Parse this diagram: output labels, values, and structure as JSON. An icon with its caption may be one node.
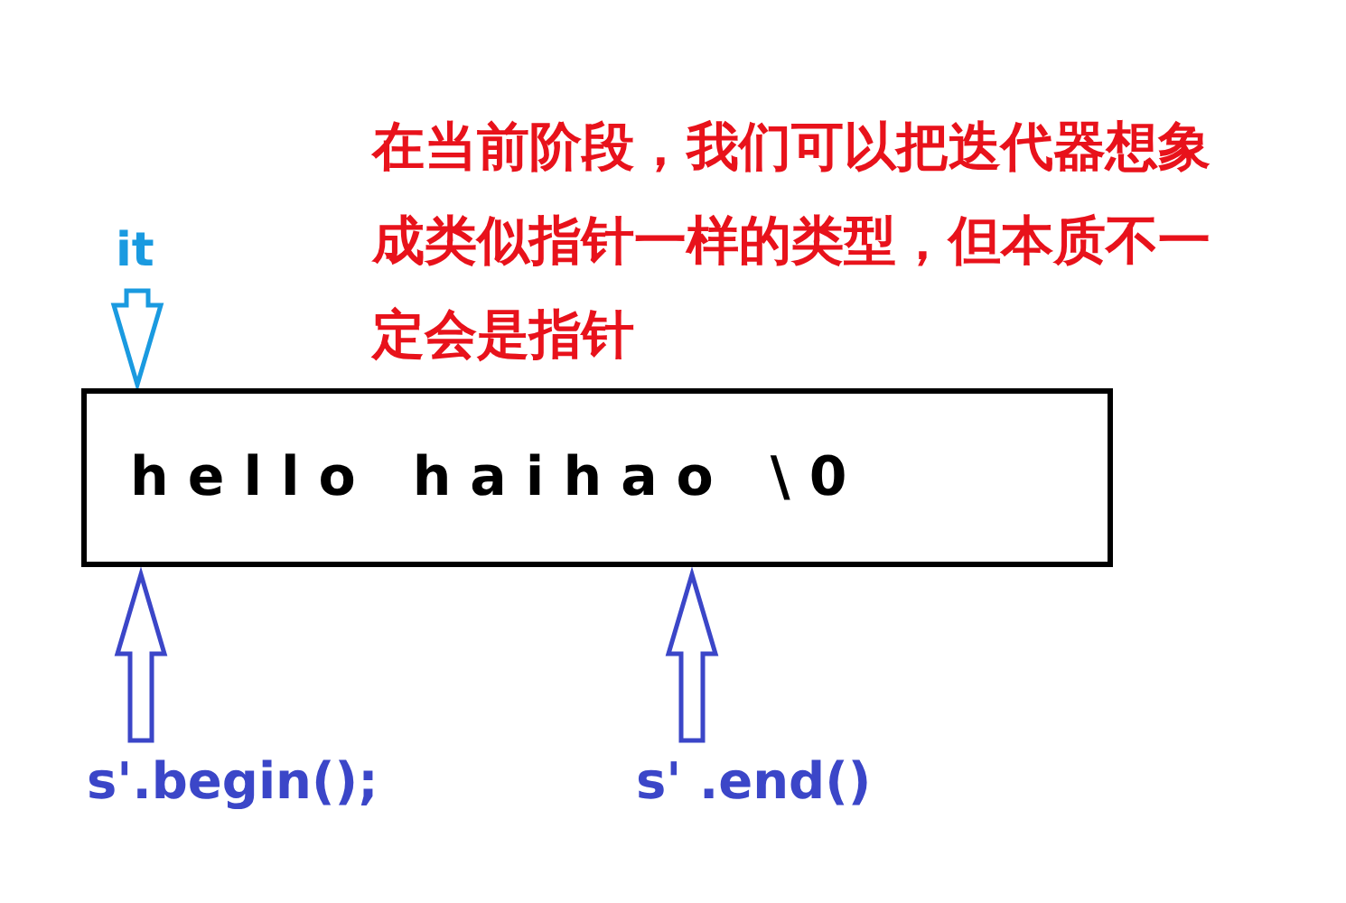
{
  "diagram": {
    "nodes": [
      {
        "text": [
          "it"
        ]
      },
      {
        "text": [
          "hello haihao \\0"
        ]
      },
      {
        "text": [
          "s'.begin();"
        ]
      },
      {
        "text": [
          "s' .end()"
        ]
      }
    ],
    "edges": [
      {
        "from": 0,
        "to": 1,
        "arrow": "to",
        "color": "#1a9ae0"
      },
      {
        "from": 2,
        "to": 1,
        "arrow": "to"
      },
      {
        "from": 3,
        "to": 1,
        "arrow": "to"
      }
    ],
    "labels": [
      "在当前阶段，我们可以把迭代器想象成类似指针一样的类型，但本质不一定会是指针"
    ]
  }
}
